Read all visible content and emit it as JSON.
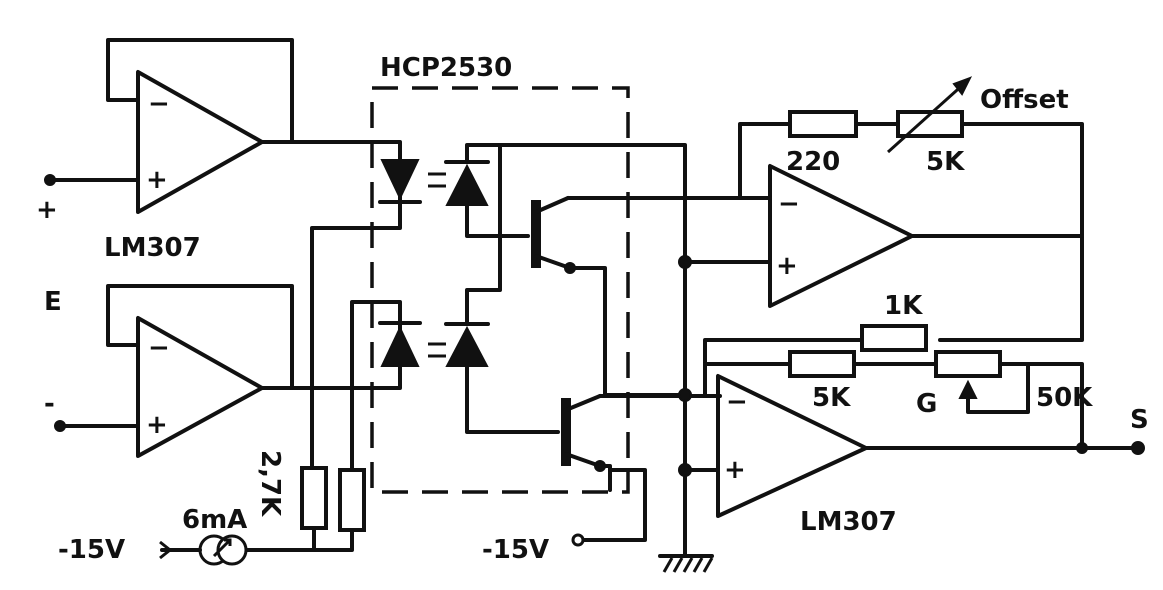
{
  "diagram": {
    "labels": {
      "optocoupler": "HCP2530",
      "opamp_top_left": "LM307",
      "opamp_bottom_right": "LM307",
      "input_e": "E",
      "input_plus": "+",
      "input_minus": "-",
      "supply_left": "-15V",
      "supply_middle": "-15V",
      "current_source": "6mA",
      "resistor_27k": "2,7K",
      "resistor_220": "220",
      "resistor_offset": "5K",
      "offset": "Offset",
      "resistor_1k": "1K",
      "resistor_5k": "5K",
      "gain": "G",
      "resistor_50k": "50K",
      "output_s": "S"
    },
    "opamp_signs": {
      "minus": "−",
      "plus": "+"
    }
  }
}
